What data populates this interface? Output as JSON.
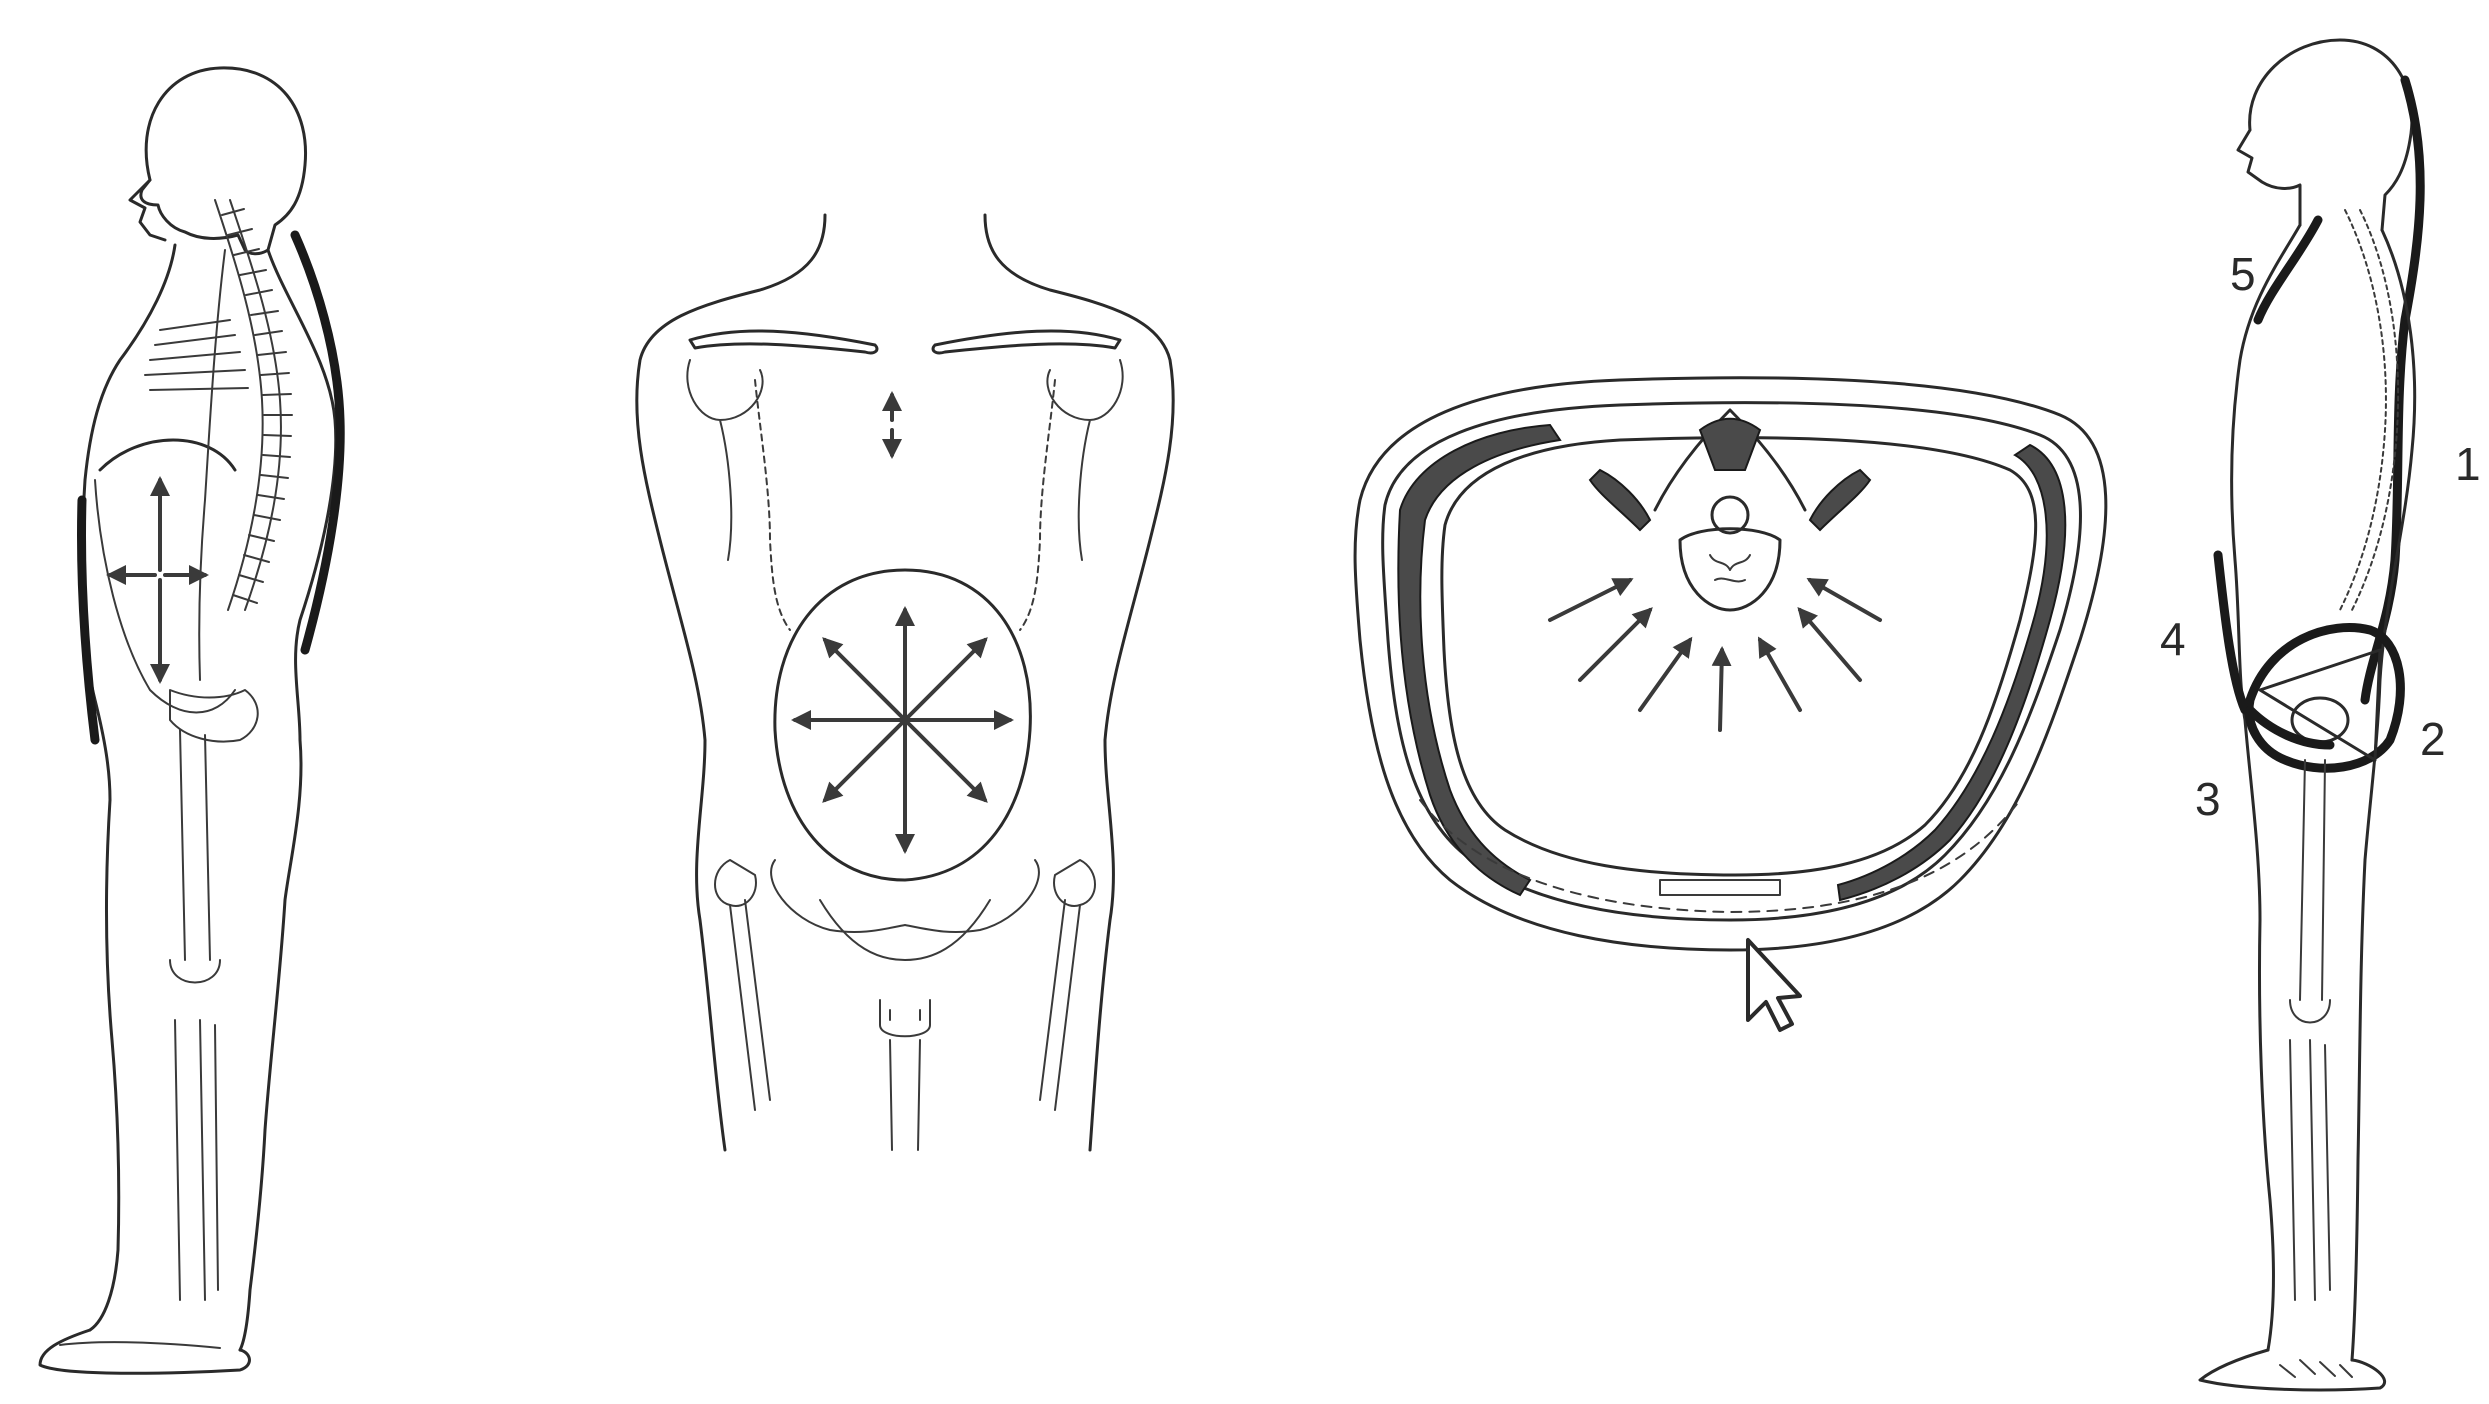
{
  "figures": [
    {
      "id": "side-view-breathing"
    },
    {
      "id": "front-view-abdomen"
    },
    {
      "id": "cross-section-torso"
    },
    {
      "id": "side-view-numbered"
    }
  ],
  "labels": {
    "one": "1",
    "two": "2",
    "three": "3",
    "four": "4",
    "five": "5"
  },
  "colors": {
    "ink": "#2a2a2a",
    "background": "#ffffff"
  },
  "icons": {
    "cursor": "mouse-pointer-icon"
  }
}
